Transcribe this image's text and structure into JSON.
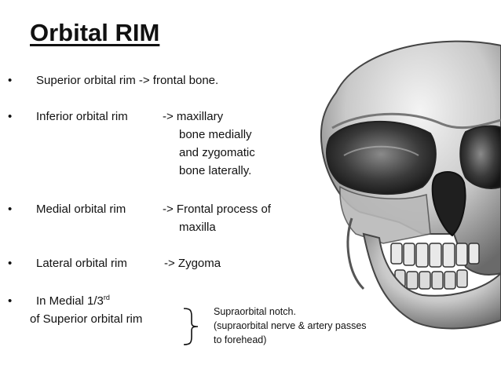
{
  "slide": {
    "title": "Orbital RIM",
    "bullets": {
      "superior": {
        "label": "Superior orbital rim -> frontal bone."
      },
      "inferior": {
        "label": "Inferior orbital rim",
        "arrow_text": "-> maxillary",
        "continuation": [
          "bone medially",
          "and zygomatic",
          "bone laterally."
        ]
      },
      "medial": {
        "label": "Medial orbital rim",
        "arrow_text": "-> Frontal process of",
        "continuation": [
          "maxilla"
        ]
      },
      "lateral": {
        "label": "Lateral orbital rim",
        "arrow_text": "-> Zygoma"
      },
      "notch": {
        "label_prefix": "In Medial 1/3",
        "label_sup": "rd",
        "label_line2": "of Superior orbital rim"
      }
    },
    "note": {
      "lines": [
        "Supraorbital notch.",
        "(supraorbital nerve  & artery passes",
        "to forehead)"
      ]
    },
    "bullet_symbol": "•"
  }
}
